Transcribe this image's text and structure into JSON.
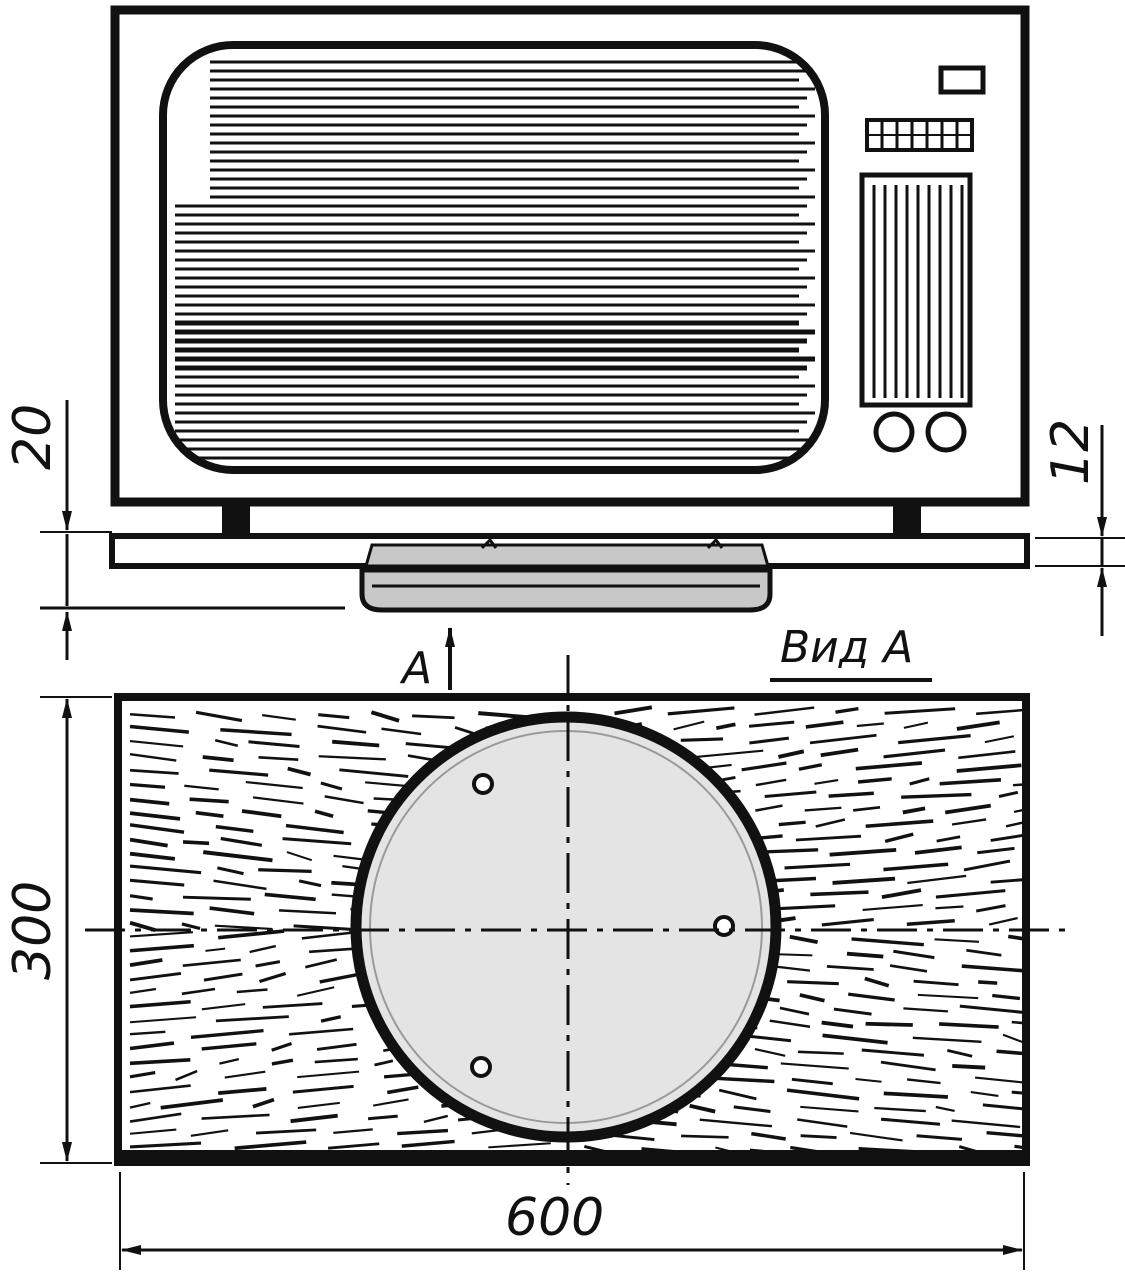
{
  "dimensions": {
    "gap_top": "20",
    "board_thickness": "12",
    "depth": "300",
    "width": "600"
  },
  "labels": {
    "view_marker": "A",
    "view_title": "Вид А"
  },
  "colors": {
    "ink": "#111111",
    "paper": "#ffffff",
    "disk_fill": "#e4e4e4",
    "turntable_fill": "#c8c8c8"
  }
}
